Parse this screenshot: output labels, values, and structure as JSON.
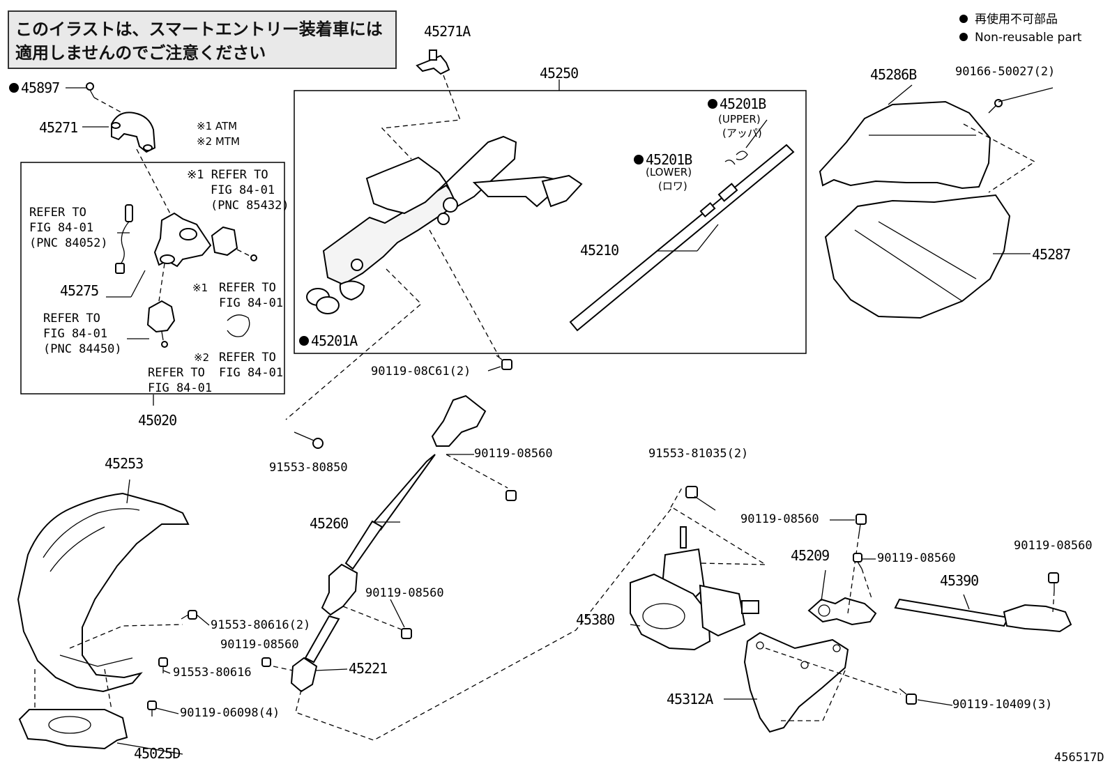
{
  "notice": {
    "line1": "このイラストは、スマートエントリー装着車には",
    "line2": "適用しませんのでご注意ください"
  },
  "legend": {
    "jp": "再使用不可部品",
    "en": "Non-reusable part"
  },
  "figure_code": "456517D",
  "notes": {
    "atm": "※1 ATM",
    "mtm": "※2 MTM"
  },
  "parts": {
    "p45271A": "45271A",
    "p45250": "45250",
    "p45897": "45897",
    "p45271": "45271",
    "p45286B": "45286B",
    "p90166": "90166-50027(2)",
    "p45201B_upper": "45201B",
    "upper_en": "(UPPER)",
    "upper_jp": "(アッパ)",
    "p45201B_lower": "45201B",
    "lower_en": "(LOWER)",
    "lower_jp": "(ロワ)",
    "p45210": "45210",
    "p45287": "45287",
    "p45201A": "45201A",
    "p45275": "45275",
    "p45020": "45020",
    "p90119_08C61": "90119-08C61(2)",
    "p91553_80850": "91553-80850",
    "p90119_08560_a": "90119-08560",
    "p45253": "45253",
    "p45260": "45260",
    "p91553_81035": "91553-81035(2)",
    "p90119_08560_b": "90119-08560",
    "p45209": "45209",
    "p90119_08560_c": "90119-08560",
    "p90119_08560_d": "90119-08560",
    "p45390": "45390",
    "p90119_08560_e": "90119-08560",
    "p45380": "45380",
    "p91553_80616_2": "91553-80616(2)",
    "p90119_08560_f": "90119-08560",
    "p91553_80616": "91553-80616",
    "p45221": "45221",
    "p90119_06098": "90119-06098(4)",
    "p45025D": "45025D",
    "p45312A": "45312A",
    "p90119_10409": "90119-10409(3)"
  },
  "refer": {
    "r1a": "※1 REFER TO",
    "r1b": "FIG 84-01",
    "r1c": "(PNC 85432)",
    "r2a": "REFER TO",
    "r2b": "FIG 84-01",
    "r2c": "(PNC 84052)",
    "r3a": "REFER TO",
    "r3b": "FIG 84-01",
    "r4a": "REFER TO",
    "r4b": "FIG 84-01",
    "r4c": "(PNC 84450)",
    "r5a": "REFER TO",
    "r5b": "FIG 84-01",
    "r6a": "REFER TO",
    "r6b": "FIG 84-01",
    "mark1": "※1",
    "mark2": "※2"
  }
}
